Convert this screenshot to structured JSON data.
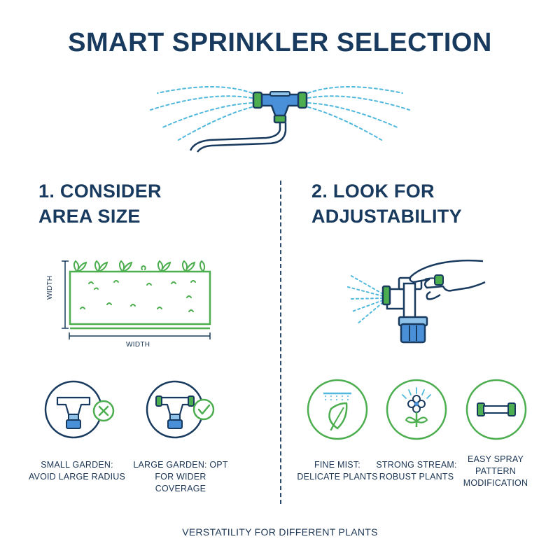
{
  "title": "SMART SPRINKLER SELECTION",
  "section1": {
    "heading_line1": "1. CONSIDER",
    "heading_line2": "AREA SIZE",
    "width_label_vertical": "WIDTH",
    "width_label_horizontal": "WIDTH",
    "options": [
      {
        "caption_line1": "SMALL GARDEN:",
        "caption_line2": "AVOID LARGE RADIUS",
        "status": "avoid"
      },
      {
        "caption_line1": "LARGE GARDEN: OPT",
        "caption_line2": "FOR WIDER COVERAGE",
        "status": "ok"
      }
    ]
  },
  "section2": {
    "heading_line1": "2. LOOK FOR",
    "heading_line2": "ADJUSTABILITY",
    "features": [
      {
        "caption_line1": "FINE MIST:",
        "caption_line2": "DELICATE PLANTS",
        "caption_line3": "",
        "icon": "leaf-icon"
      },
      {
        "caption_line1": "STRONG STREAM:",
        "caption_line2": "ROBUST PLANTS",
        "caption_line3": "",
        "icon": "flower-icon"
      },
      {
        "caption_line1": "EASY SPRAY",
        "caption_line2": "PATTERN",
        "caption_line3": "MODIFICATION",
        "icon": "adjust-nozzle-icon"
      }
    ]
  },
  "footer": "VERSTATILITY FOR DIFFERENT PLANTS",
  "colors": {
    "navy": "#183a5e",
    "green": "#4cae4f",
    "blue": "#4a90d9",
    "water": "#4fb8dc"
  }
}
